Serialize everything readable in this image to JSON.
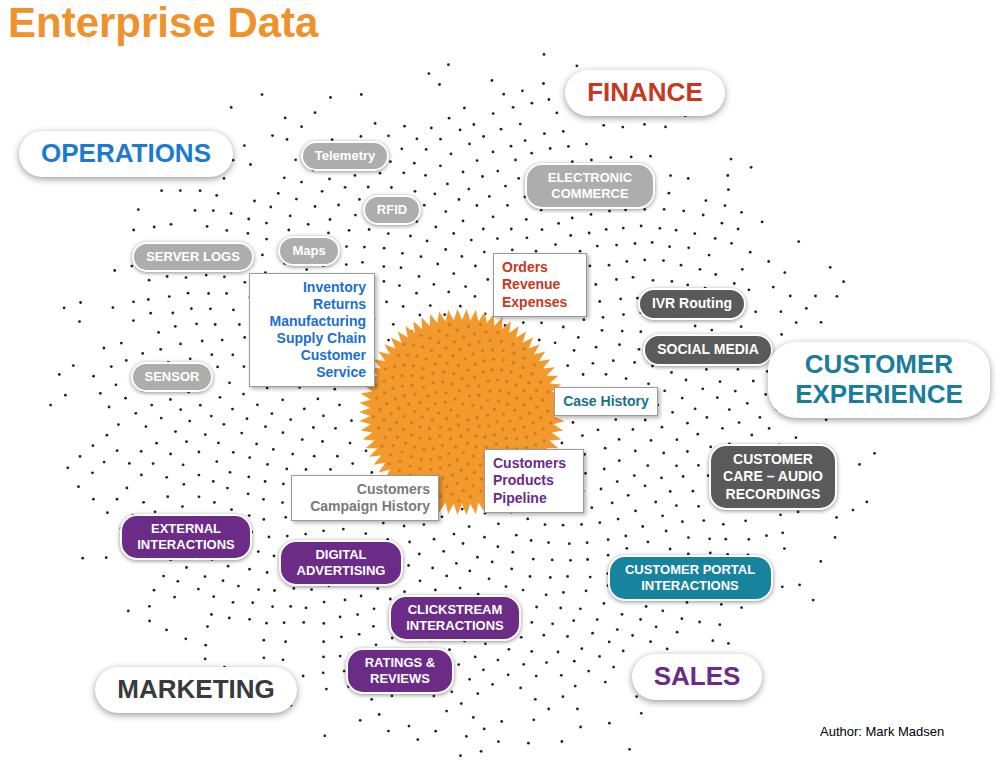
{
  "diagram": {
    "title": "Enterprise Data",
    "nodes": [
      {
        "text": [
          "FINANCE"
        ]
      },
      {
        "text": [
          "OPERATIONS"
        ]
      },
      {
        "text": [
          "Telemetry"
        ]
      },
      {
        "text": [
          "ELECTRONIC COMMERCE"
        ]
      },
      {
        "text": [
          "RFID"
        ]
      },
      {
        "text": [
          "Maps"
        ]
      },
      {
        "text": [
          "SERVER LOGS"
        ]
      },
      {
        "text": [
          "Inventory Returns Manufacturing Supply Chain Customer Service"
        ]
      },
      {
        "text": [
          "Orders Revenue Expenses"
        ]
      },
      {
        "text": [
          "IVR Routing"
        ]
      },
      {
        "text": [
          "SOCIAL MEDIA"
        ]
      },
      {
        "text": [
          "SENSOR"
        ]
      },
      {
        "text": [
          "Case History"
        ]
      },
      {
        "text": [
          "CUSTOMER EXPERIENCE"
        ]
      },
      {
        "text": [
          "CUSTOMER CARE – AUDIO RECORDINGS"
        ]
      },
      {
        "text": [
          "Customers Products Pipeline"
        ]
      },
      {
        "text": [
          "Customers Campaign History"
        ]
      },
      {
        "text": [
          "EXTERNAL INTERACTIONS"
        ]
      },
      {
        "text": [
          "DIGITAL ADVERTISING"
        ]
      },
      {
        "text": [
          "CUSTOMER PORTAL INTERACTIONS"
        ]
      },
      {
        "text": [
          "CLICKSTREAM INTERACTIONS"
        ]
      },
      {
        "text": [
          "RATINGS & REVIEWS"
        ]
      },
      {
        "text": [
          "SALES"
        ]
      },
      {
        "text": [
          "MARKETING"
        ]
      }
    ],
    "labels": [
      "Author: Mark Madsen"
    ]
  }
}
